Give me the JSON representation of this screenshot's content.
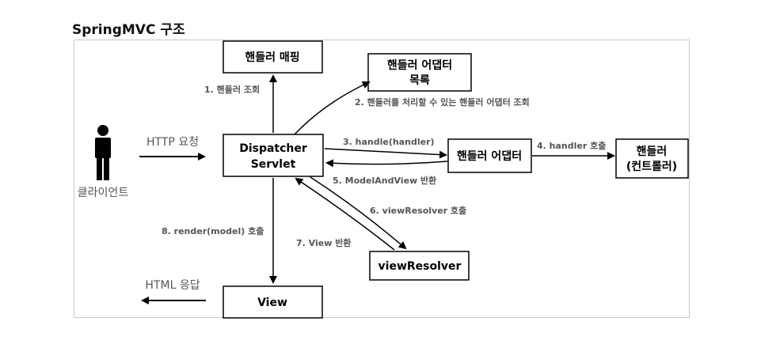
{
  "title": "SpringMVC 구조",
  "client": {
    "label": "클라이언트"
  },
  "request": {
    "label": "HTTP 요청"
  },
  "response": {
    "label": "HTML 응답"
  },
  "nodes": {
    "dispatcher": {
      "line1": "Dispatcher",
      "line2": "Servlet"
    },
    "handler_mapping": {
      "label": "핸들러 매핑"
    },
    "adapter_list": {
      "line1": "핸들러 어댑터",
      "line2": "목록"
    },
    "handler_adapter": {
      "label": "핸들러 어댑터"
    },
    "handler": {
      "line1": "핸들러",
      "line2": "(컨트롤러)"
    },
    "view_resolver": {
      "label": "viewResolver"
    },
    "view": {
      "label": "View"
    }
  },
  "steps": {
    "s1": "1. 핸들러 조회",
    "s2": "2. 핸들러를 처리할 수 있는 핸들러 어댑터 조회",
    "s3": "3. handle(handler)",
    "s4": "4. handler 호출",
    "s5": "5. ModelAndView 반환",
    "s6": "6. viewResolver 호출",
    "s7": "7. View 반환",
    "s8": "8. render(model) 호출"
  }
}
